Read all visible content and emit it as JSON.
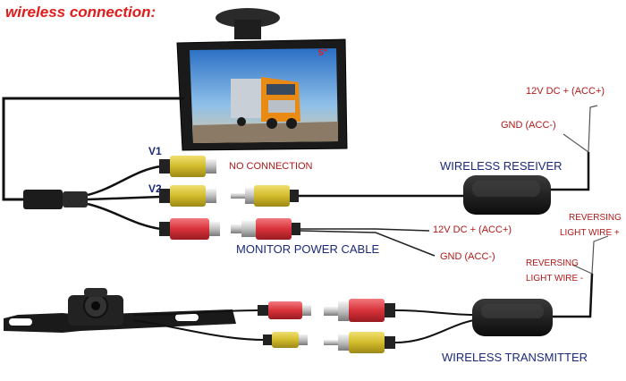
{
  "diagram": {
    "title": "wireless connection:",
    "monitor_badge": "5\"",
    "channels": {
      "v1": "V1",
      "v2": "V2"
    },
    "labels": {
      "no_connection": "NO CONNECTION",
      "monitor_power_cable": "MONITOR POWER CABLE",
      "power_12v_monitor": "12V DC + (ACC+)",
      "gnd_monitor": "GND (ACC-)",
      "power_12v_top": "12V DC + (ACC+)",
      "gnd_top": "GND (ACC-)",
      "wireless_receiver": "WIRELESS RESEIVER",
      "reversing_plus_line1": "REVERSING",
      "reversing_plus_line2": "LIGHT WIRE +",
      "reversing_minus_line1": "REVERSING",
      "reversing_minus_line2": "LIGHT WIRE -",
      "wireless_transmitter": "WIRELESS TRANSMITTER"
    },
    "colors": {
      "title": "#e31b1b",
      "label_red": "#b01818",
      "label_blue": "#1c2a7a",
      "rca_yellow": "#d9c435",
      "rca_red": "#d8323a"
    }
  }
}
